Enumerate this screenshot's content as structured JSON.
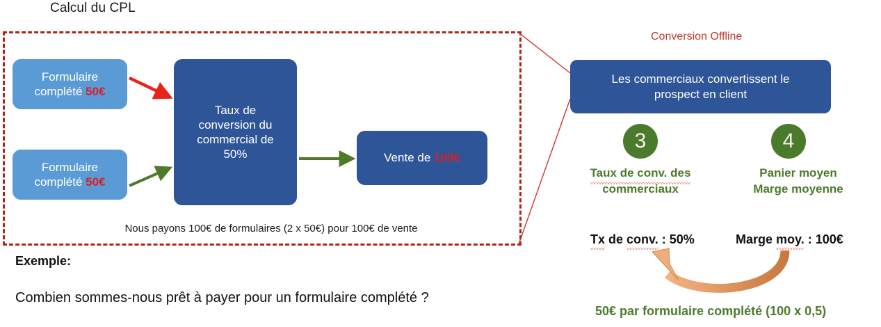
{
  "title": "Calcul du CPL",
  "left_panel": {
    "form_box_1": {
      "line1": "Formulaire",
      "line2": "complété ",
      "amount": "50€"
    },
    "form_box_2": {
      "line1": "Formulaire",
      "line2": "complété ",
      "amount": "50€"
    },
    "taux_box": {
      "line1": "Taux de",
      "line2": "conversion du",
      "line3": "commercial de",
      "line4": "50%"
    },
    "vente_box": {
      "label": "Vente de ",
      "amount": "100€"
    },
    "caption": "Nous payons 100€ de formulaires (2 x 50€) pour 100€ de vente",
    "arrow_red_name": "arrow-form1-to-taux",
    "arrow_green_name": "arrow-form2-to-taux",
    "arrow_green_out_name": "arrow-taux-to-vente"
  },
  "example": {
    "label": "Exemple:",
    "question": "Combien sommes-nous prêt à payer pour un formulaire complété ?"
  },
  "right_panel": {
    "conversion_offline": "Conversion Offline",
    "commercial_box": {
      "line1": "Les commerciaux convertissent le",
      "line2": "prospect en client"
    },
    "steps": [
      {
        "number": "3",
        "label_line1": "Taux de conv. des",
        "label_line2": "commerciaux"
      },
      {
        "number": "4",
        "label_line1": "Panier moyen",
        "label_line2": "Marge moyenne"
      }
    ],
    "metrics": {
      "left": {
        "word1": "Tx",
        "mid": " de ",
        "word2": "conv.",
        "tail": " : 50%"
      },
      "right": {
        "word1": "Marge ",
        "word2": "moy.",
        "tail": " : 100€"
      }
    },
    "conclusion": "50€ par formulaire complété (100 x 0,5)"
  },
  "colors": {
    "light_blue": "#5b9bd5",
    "dark_blue": "#2e5597",
    "green": "#4c7a2d",
    "red": "#d91f26",
    "dashed_red": "#b02418",
    "orange": "#ed9e66",
    "offline_red": "#c0392b"
  }
}
